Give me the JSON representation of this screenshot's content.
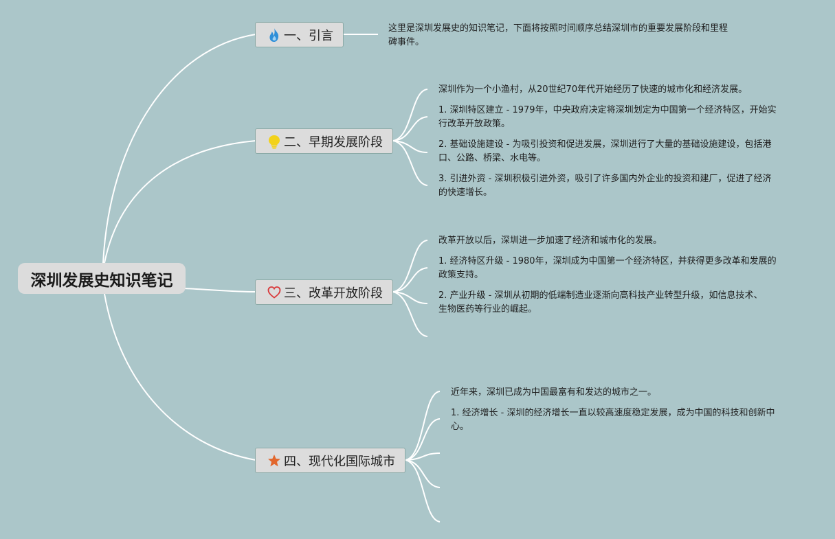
{
  "root": {
    "title": "深圳发展史知识笔记"
  },
  "topics": [
    {
      "label": "一、引言",
      "icon": "fire-icon",
      "notes": [
        "这里是深圳发展史的知识笔记，下面将按照时间顺序总结深圳市的重要发展阶段和里程碑事件。"
      ]
    },
    {
      "label": "二、早期发展阶段",
      "icon": "lightbulb-icon",
      "notes": [
        "深圳作为一个小渔村，从20世纪70年代开始经历了快速的城市化和经济发展。",
        "1. 深圳特区建立 - 1979年，中央政府决定将深圳划定为中国第一个经济特区，开始实行改革开放政策。",
        "2. 基础设施建设 - 为吸引投资和促进发展，深圳进行了大量的基础设施建设，包括港口、公路、桥梁、水电等。",
        "3. 引进外资 - 深圳积极引进外资，吸引了许多国内外企业的投资和建厂，促进了经济的快速增长。"
      ]
    },
    {
      "label": "三、改革开放阶段",
      "icon": "heart-icon",
      "notes": [
        "改革开放以后，深圳进一步加速了经济和城市化的发展。",
        "1. 经济特区升级 - 1980年，深圳成为中国第一个经济特区，并获得更多改革和发展的政策支持。",
        "2. 产业升级 - 深圳从初期的低端制造业逐渐向高科技产业转型升级，如信息技术、生物医药等行业的崛起。"
      ]
    },
    {
      "label": "四、现代化国际城市",
      "icon": "star-icon",
      "notes": [
        "近年来，深圳已成为中国最富有和发达的城市之一。",
        "1. 经济增长 - 深圳的经济增长一直以较高速度稳定发展，成为中国的科技和创新中心。"
      ]
    }
  ],
  "colors": {
    "background": "#abc6c9",
    "connector": "#ffffff",
    "fire": "#2f8fd8",
    "lightbulb": "#f2d21a",
    "heart": "#d9383a",
    "star": "#e2672d"
  }
}
